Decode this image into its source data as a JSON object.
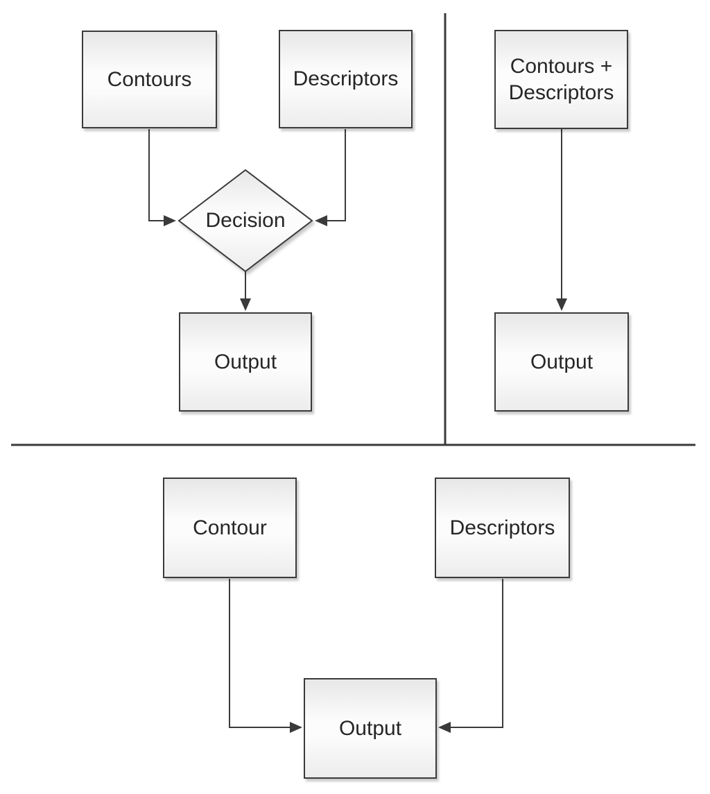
{
  "colors": {
    "stroke_color": "#3a3a3a",
    "text_color": "#262626",
    "node_top": "#e7e7e7",
    "node_mid": "#fcfcfc",
    "node_bottom": "#ececec",
    "bg": "#ffffff"
  },
  "sections": {
    "top_left": {
      "contours_label": "Contours",
      "descriptors_label": "Descriptors",
      "decision_label": "Decision",
      "output_label": "Output"
    },
    "top_right": {
      "combined_label": "Contours + Descriptors",
      "output_label": "Output"
    },
    "bottom": {
      "contour_label": "Contour",
      "descriptors_label": "Descriptors",
      "output_label": "Output"
    }
  }
}
